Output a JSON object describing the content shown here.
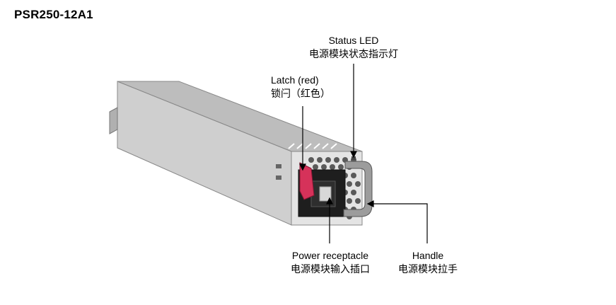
{
  "title": "PSR250-12A1",
  "labels": {
    "status_led": {
      "en": "Status LED",
      "zh": "电源模块状态指示灯"
    },
    "latch": {
      "en": "Latch (red)",
      "zh": "锁闩（红色）"
    },
    "power_receptacle": {
      "en": "Power receptacle",
      "zh": "电源模块输入插口"
    },
    "handle": {
      "en": "Handle",
      "zh": "电源模块拉手"
    }
  },
  "colors": {
    "body": "#c8c8c8",
    "body_top": "#b3b3b3",
    "front": "#e2e2e2",
    "latch": "#d6325a",
    "handle": "#999999",
    "receptacle": "#1e1e1e"
  }
}
